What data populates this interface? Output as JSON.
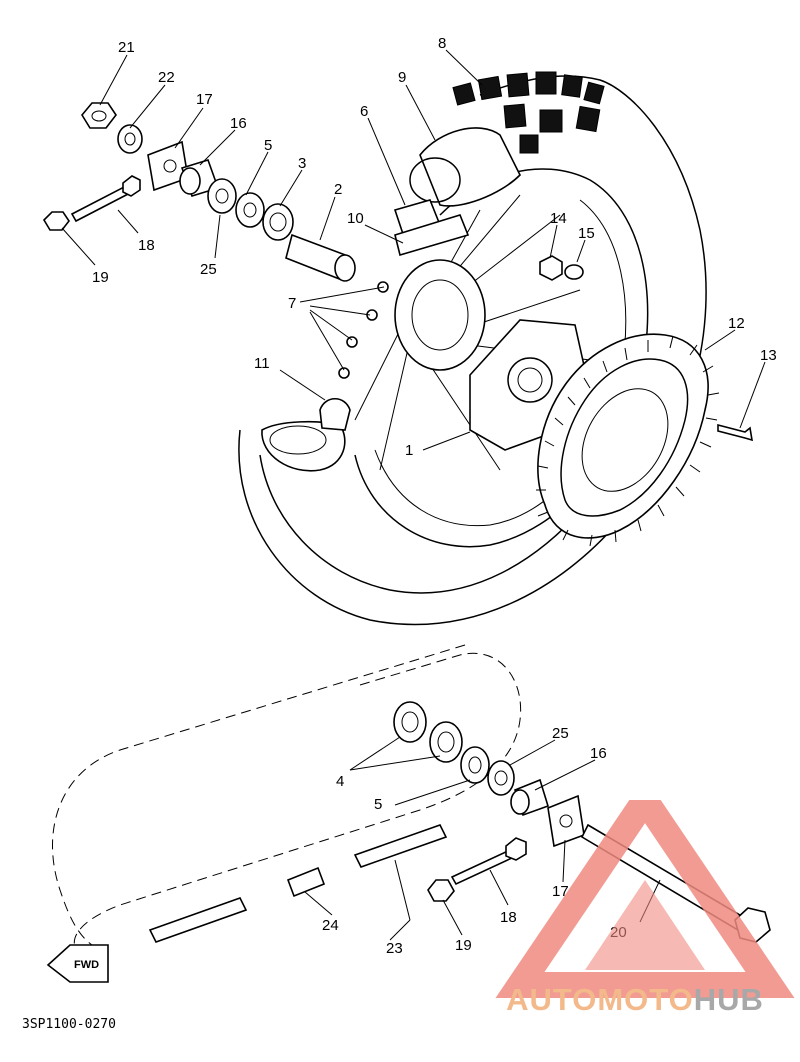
{
  "diagram": {
    "drawing_code": "3SP1100-0270",
    "direction_tag": "FWD",
    "part_labels": [
      "21",
      "22",
      "17",
      "16",
      "5",
      "3",
      "2",
      "8",
      "9",
      "6",
      "10",
      "14",
      "15",
      "7",
      "11",
      "1",
      "12",
      "13",
      "18",
      "19",
      "25",
      "4",
      "5",
      "25",
      "16",
      "17",
      "18",
      "19",
      "20",
      "24",
      "23"
    ]
  },
  "watermark": {
    "brand_part1": "AUTOMOTO",
    "brand_part2": "HUB",
    "colors": {
      "triangle": "#f08a80",
      "brand_part1": "#f3b98a",
      "brand_part2": "#a8a8a8"
    }
  }
}
